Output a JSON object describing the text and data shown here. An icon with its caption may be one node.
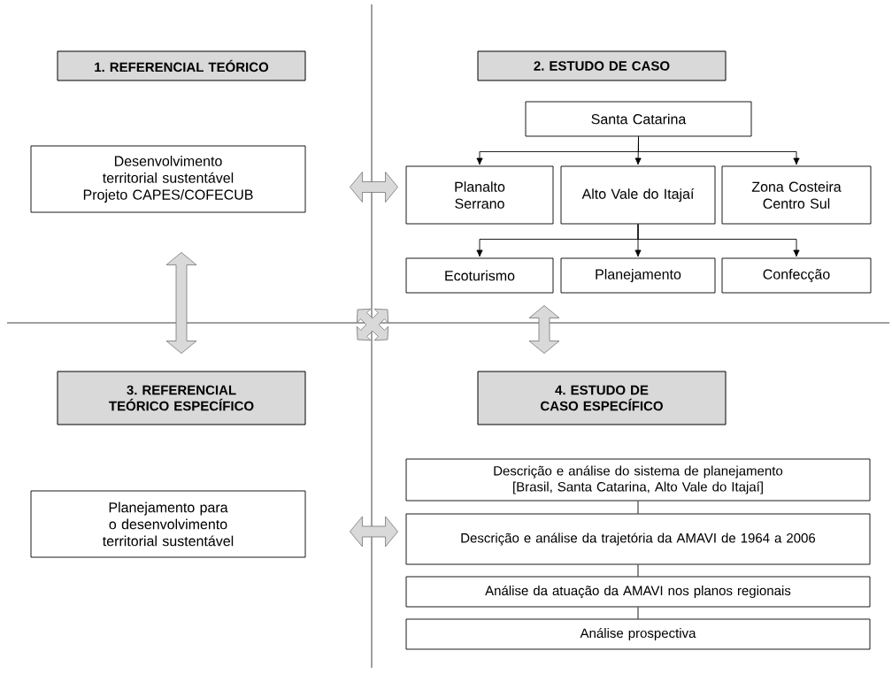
{
  "diagram": {
    "nodes": [
      {
        "text": [
          "1. REFERENCIAL TEÓRICO"
        ]
      },
      {
        "text": [
          "2. ESTUDO DE CASO"
        ]
      },
      {
        "text": [
          "Desenvolvimento territorial sustentável",
          "Projeto CAPES/COFECUB"
        ]
      },
      {
        "text": [
          "Santa Catarina"
        ]
      },
      {
        "text": [
          "Planalto Serrano"
        ]
      },
      {
        "text": [
          "Alto Vale do Itajaí"
        ]
      },
      {
        "text": [
          "Zona Costeira Centro Sul"
        ]
      },
      {
        "text": [
          "Ecoturismo"
        ]
      },
      {
        "text": [
          "Planejamento"
        ]
      },
      {
        "text": [
          "Confecção"
        ]
      },
      {
        "text": [
          "3. REFERENCIAL TEÓRICO ESPECÍFICO"
        ]
      },
      {
        "text": [
          "4. ESTUDO DE CASO ESPECÍFICO"
        ]
      },
      {
        "text": [
          "Planejamento para o desenvolvimento territorial sustentável"
        ]
      },
      {
        "text": [
          "Descrição e análise do sistema de planejamento [Brasil, Santa Catarina, Alto Vale do Itajaí]"
        ]
      },
      {
        "text": [
          "Descrição e análise da trajetória da AMAVI de 1964 a 2006"
        ]
      },
      {
        "text": [
          "Análise da atuação da AMAVI nos planos regionais"
        ]
      },
      {
        "text": [
          "Análise prospectiva"
        ]
      }
    ],
    "edges": [
      {
        "from": 3,
        "to": 4,
        "arrow": "to"
      },
      {
        "from": 3,
        "to": 5,
        "arrow": "to"
      },
      {
        "from": 3,
        "to": 6,
        "arrow": "to"
      },
      {
        "from": 5,
        "to": 7,
        "arrow": "to"
      },
      {
        "from": 5,
        "to": 8,
        "arrow": "to"
      },
      {
        "from": 5,
        "to": 9,
        "arrow": "to"
      },
      {
        "from": 2,
        "to": 4,
        "arrow": "both",
        "style": "thick"
      },
      {
        "from": 2,
        "to": 10,
        "arrow": "both",
        "style": "thick"
      },
      {
        "from": 8,
        "to": 11,
        "arrow": "both",
        "style": "thick"
      },
      {
        "from": 12,
        "to": 14,
        "arrow": "both",
        "style": "thick"
      },
      {
        "from": 13,
        "to": 14,
        "arrow": "none"
      },
      {
        "from": 14,
        "to": 15,
        "arrow": "none"
      },
      {
        "from": 15,
        "to": 16,
        "arrow": "none"
      }
    ]
  }
}
